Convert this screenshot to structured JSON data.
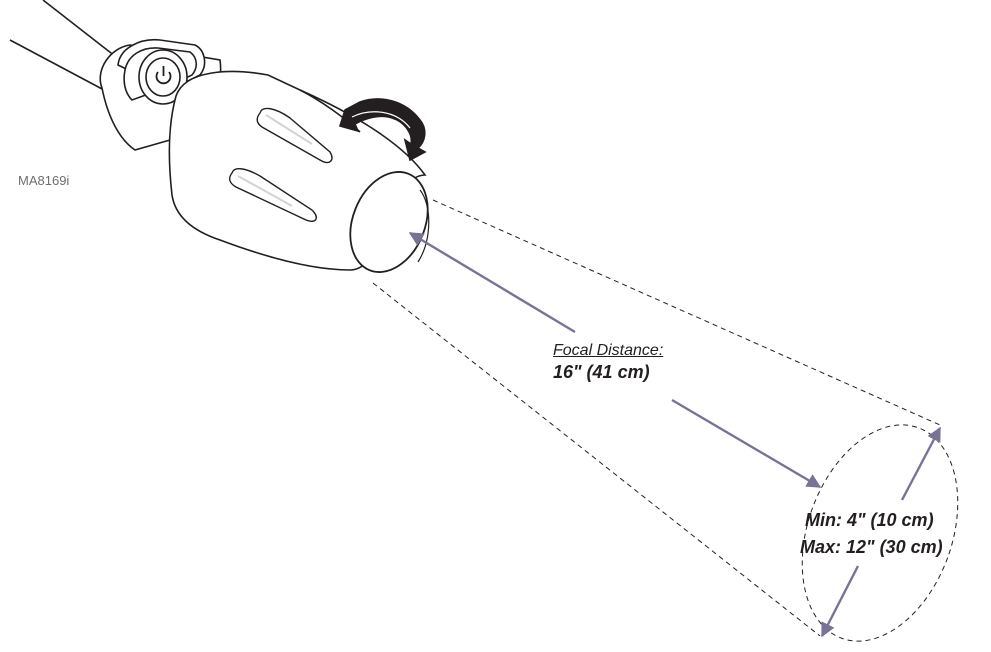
{
  "figure_id": "MA8169i",
  "focal": {
    "title": "Focal Distance:",
    "value": "16\" (41 cm)"
  },
  "spot": {
    "min": "Min: 4\" (10 cm)",
    "max": "Max: 12\" (30 cm)"
  },
  "colors": {
    "line": "#231f20",
    "arrow": "#777395",
    "highlight": "#d1d3d4"
  },
  "icons": [
    "power-icon",
    "rotate-arrow-icon"
  ]
}
